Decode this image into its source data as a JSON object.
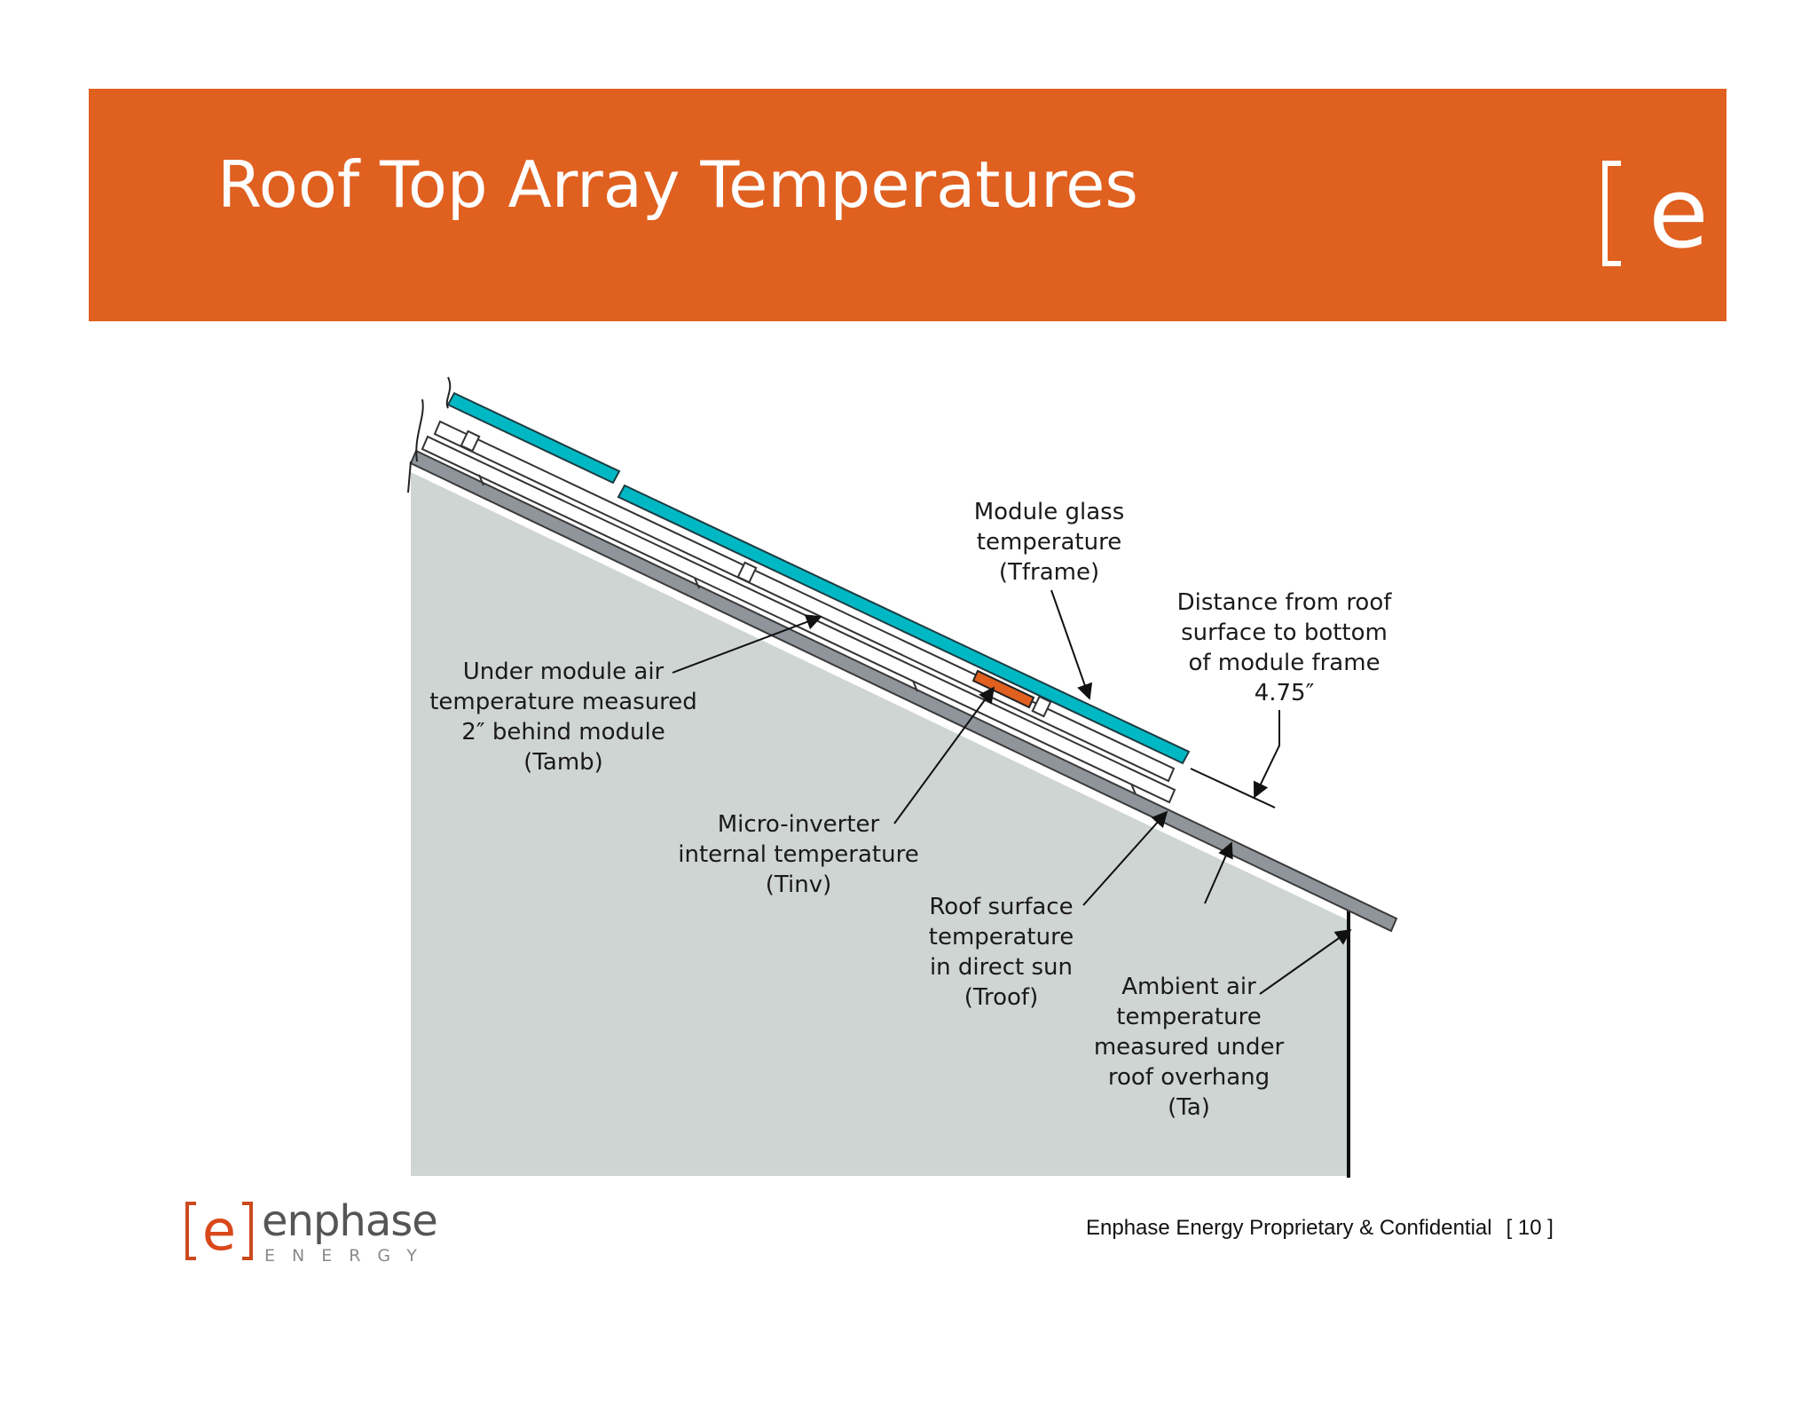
{
  "slide": {
    "title": "Roof Top Array Temperatures",
    "header_logo_icon": "enphase-e-bracket-logo",
    "header_color": "#e06020"
  },
  "diagram": {
    "colors": {
      "module": "#00b8c4",
      "roof": "#8f959a",
      "wall_area": "#cfd5d2",
      "inverter": "#e06020"
    },
    "labels": {
      "tframe": [
        "Module glass",
        "temperature",
        "(Tframe)"
      ],
      "distance": [
        "Distance from roof",
        "surface to bottom",
        "of module frame",
        "4.75″"
      ],
      "tamb": [
        "Under module air",
        "temperature measured",
        "2″ behind module",
        "(Tamb)"
      ],
      "tinv": [
        "Micro-inverter",
        "internal temperature",
        "(Tinv)"
      ],
      "troof": [
        "Roof surface",
        "temperature",
        "in direct sun",
        "(Troof)"
      ],
      "ta": [
        "Ambient air",
        "temperature",
        "measured under",
        "roof overhang",
        "(Ta)"
      ]
    }
  },
  "footer": {
    "logo_icon": "enphase-e-bracket-logo",
    "brand": "enphase",
    "brand_sub": "ENERGY",
    "confidential": "Enphase Energy Proprietary & Confidential",
    "page": "[ 10 ]"
  }
}
